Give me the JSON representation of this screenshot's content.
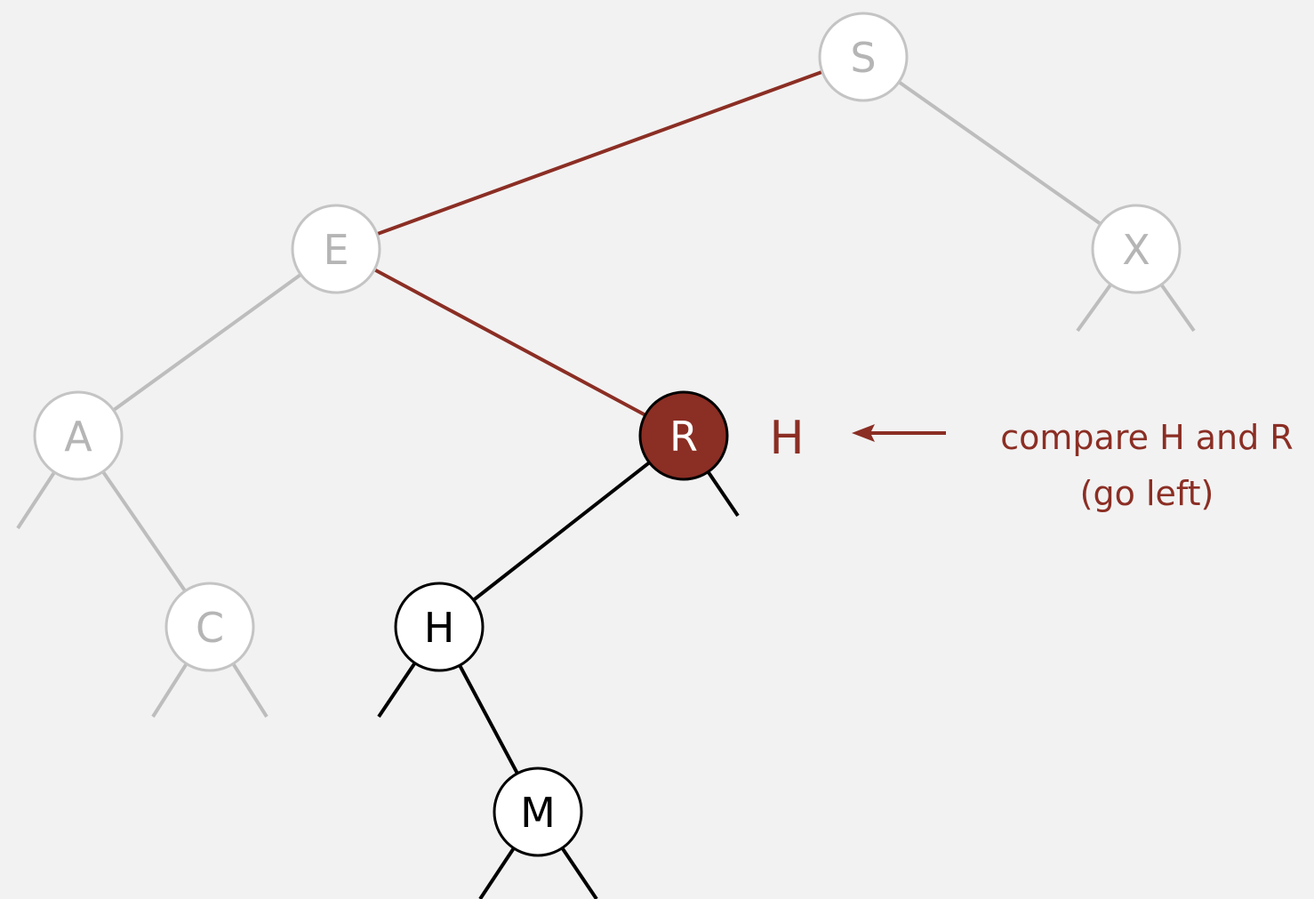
{
  "colors": {
    "background": "#f2f2f2",
    "faded_edge": "#bdbdbd",
    "faded_node_stroke": "#c4c4c4",
    "faded_node_text": "#b5b5b5",
    "active_edge": "#000000",
    "path_edge": "#8b2e24",
    "current_node_fill": "#8b2e24",
    "current_node_text": "#ffffff",
    "node_fill": "#ffffff",
    "accent_text": "#8b2e24"
  },
  "nodes": [
    {
      "id": "S",
      "label": "S",
      "state": "faded"
    },
    {
      "id": "E",
      "label": "E",
      "state": "faded"
    },
    {
      "id": "X",
      "label": "X",
      "state": "faded"
    },
    {
      "id": "A",
      "label": "A",
      "state": "faded"
    },
    {
      "id": "C",
      "label": "C",
      "state": "faded"
    },
    {
      "id": "R",
      "label": "R",
      "state": "current"
    },
    {
      "id": "H",
      "label": "H",
      "state": "active"
    },
    {
      "id": "M",
      "label": "M",
      "state": "active"
    }
  ],
  "edges": [
    {
      "from": "S",
      "to": "E",
      "state": "path"
    },
    {
      "from": "E",
      "to": "R",
      "state": "path"
    },
    {
      "from": "S",
      "to": "X",
      "state": "faded"
    },
    {
      "from": "E",
      "to": "A",
      "state": "faded"
    },
    {
      "from": "A",
      "to": "C",
      "state": "faded"
    },
    {
      "from": "R",
      "to": "H",
      "state": "active"
    },
    {
      "from": "H",
      "to": "M",
      "state": "active"
    }
  ],
  "search_key": "H",
  "annotation": {
    "line1": "compare H and R",
    "line2": "(go left)"
  }
}
